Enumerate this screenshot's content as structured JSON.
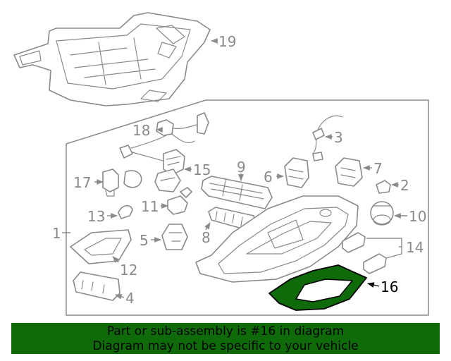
{
  "diagram": {
    "callouts": {
      "c1": "1",
      "c2": "2",
      "c3": "3",
      "c4": "4",
      "c5": "5",
      "c6": "6",
      "c7": "7",
      "c8": "8",
      "c9": "9",
      "c10": "10",
      "c11": "11",
      "c12": "12",
      "c13": "13",
      "c14": "14",
      "c15": "15",
      "c16": "16",
      "c17": "17",
      "c18": "18",
      "c19": "19"
    },
    "highlighted_part": "16",
    "colors": {
      "line": "#8a8a8a",
      "highlight_fill": "#0f6b0a",
      "highlight_stroke": "#000000"
    }
  },
  "banner": {
    "line1": "Part or sub-assembly is #16 in diagram",
    "line2": "Diagram may not be specific to your vehicle",
    "background": "#0f6b0a"
  }
}
